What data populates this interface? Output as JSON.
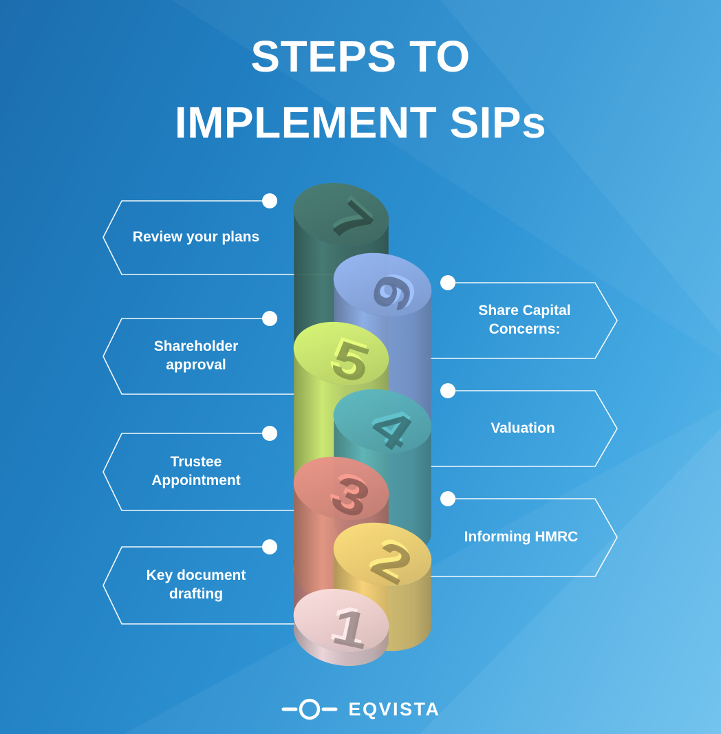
{
  "title": {
    "line1": "STEPS TO",
    "line2": "IMPLEMENT SIPs"
  },
  "steps": [
    {
      "number": "1",
      "label": "Key document drafting",
      "side": "left",
      "color": "#d6bbbb"
    },
    {
      "number": "2",
      "label": "Informing HMRC",
      "side": "right",
      "color": "#d8bb68"
    },
    {
      "number": "3",
      "label": "Trustee Appointment",
      "side": "left",
      "color": "#c47c72"
    },
    {
      "number": "4",
      "label": "Valuation",
      "side": "right",
      "color": "#4d9aa2"
    },
    {
      "number": "5",
      "label": "Shareholder approval",
      "side": "left",
      "color": "#b7cf63"
    },
    {
      "number": "6",
      "label": "Share Capital Concerns:",
      "side": "right",
      "color": "#7f9ace"
    },
    {
      "number": "7",
      "label": "Review your plans",
      "side": "left",
      "color": "#3f685e"
    }
  ],
  "logo": {
    "brand": "EQVISTA"
  },
  "background": {
    "top_left": "#1b6dae",
    "mid": "#2e93d3",
    "bottom_right": "#63bdec",
    "ray_color": "#ffffff",
    "line_color": "#ffffff"
  }
}
